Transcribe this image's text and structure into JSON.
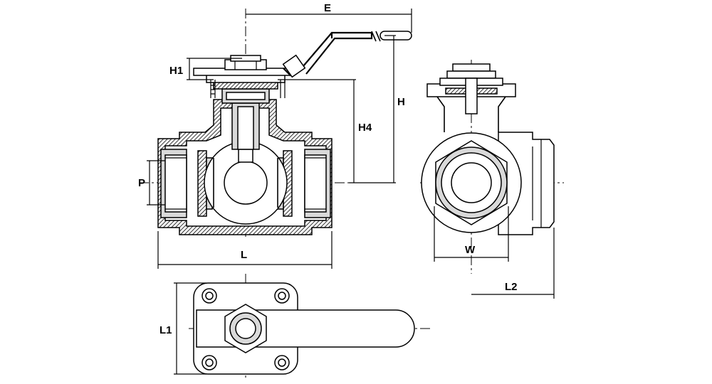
{
  "labels": {
    "E": "E",
    "H1": "H1",
    "H": "H",
    "H4": "H4",
    "P": "P",
    "L": "L",
    "W": "W",
    "L2": "L2",
    "L1": "L1"
  },
  "colors": {
    "line": "#000000",
    "fill": "#d9d9d9",
    "background": "#ffffff"
  }
}
